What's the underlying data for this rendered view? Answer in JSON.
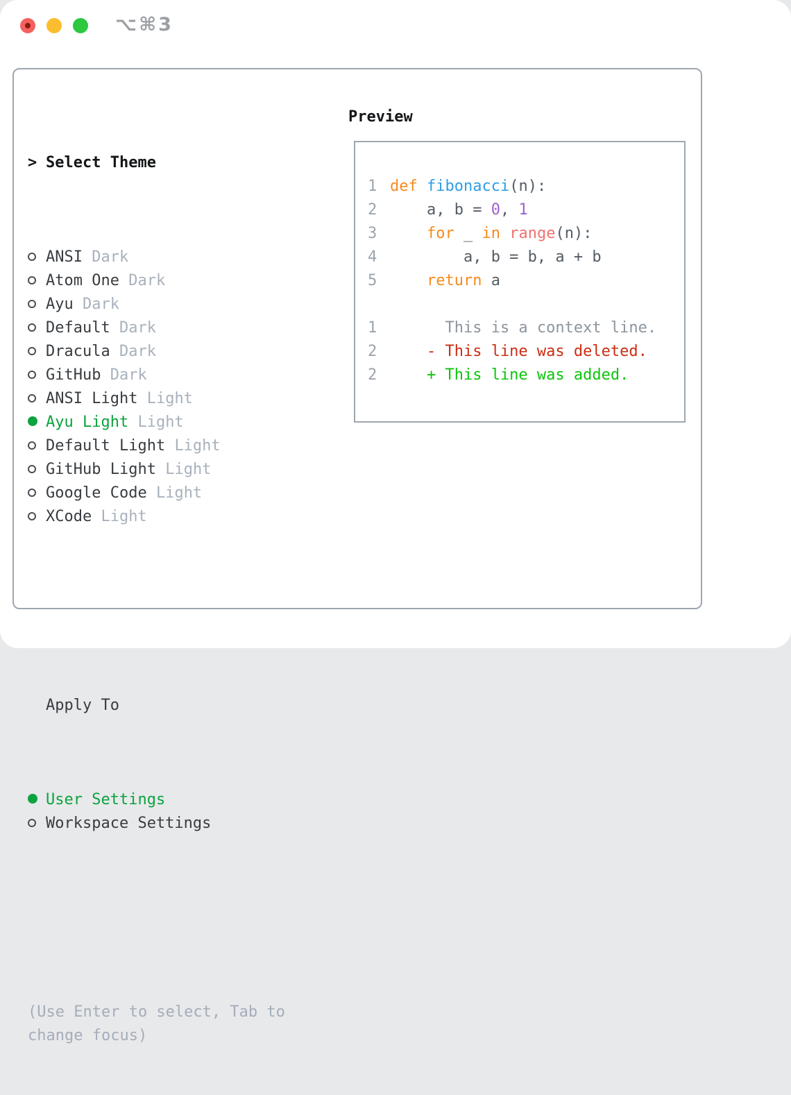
{
  "window": {
    "shortcut": "⌥⌘3"
  },
  "theme_selector": {
    "header_prefix": ">",
    "header": "Select Theme",
    "items": [
      {
        "name": "ANSI",
        "tag": "Dark",
        "selected": false
      },
      {
        "name": "Atom One",
        "tag": "Dark",
        "selected": false
      },
      {
        "name": "Ayu",
        "tag": "Dark",
        "selected": false
      },
      {
        "name": "Default",
        "tag": "Dark",
        "selected": false
      },
      {
        "name": "Dracula",
        "tag": "Dark",
        "selected": false
      },
      {
        "name": "GitHub",
        "tag": "Dark",
        "selected": false
      },
      {
        "name": "ANSI Light",
        "tag": "Light",
        "selected": false
      },
      {
        "name": "Ayu Light",
        "tag": "Light",
        "selected": true
      },
      {
        "name": "Default Light",
        "tag": "Light",
        "selected": false
      },
      {
        "name": "GitHub Light",
        "tag": "Light",
        "selected": false
      },
      {
        "name": "Google Code",
        "tag": "Light",
        "selected": false
      },
      {
        "name": "XCode",
        "tag": "Light",
        "selected": false
      }
    ],
    "apply_to": {
      "header": "Apply To",
      "options": [
        {
          "label": "User Settings",
          "selected": true
        },
        {
          "label": "Workspace Settings",
          "selected": false
        }
      ]
    },
    "hint": "(Use Enter to select, Tab to change focus)"
  },
  "preview": {
    "header": "Preview",
    "code": [
      {
        "num": "1",
        "tokens": [
          {
            "text": "def",
            "color": "kw"
          },
          {
            "text": " ",
            "color": "fg"
          },
          {
            "text": "fibonacci",
            "color": "fn"
          },
          {
            "text": "(n):",
            "color": "fg"
          }
        ]
      },
      {
        "num": "2",
        "tokens": [
          {
            "text": "    a, b = ",
            "color": "fg"
          },
          {
            "text": "0",
            "color": "num"
          },
          {
            "text": ", ",
            "color": "fg"
          },
          {
            "text": "1",
            "color": "num"
          }
        ]
      },
      {
        "num": "3",
        "tokens": [
          {
            "text": "    ",
            "color": "fg"
          },
          {
            "text": "for",
            "color": "kw"
          },
          {
            "text": " _ ",
            "color": "fg"
          },
          {
            "text": "in",
            "color": "kw"
          },
          {
            "text": " ",
            "color": "fg"
          },
          {
            "text": "range",
            "color": "coral"
          },
          {
            "text": "(n):",
            "color": "fg"
          }
        ]
      },
      {
        "num": "4",
        "tokens": [
          {
            "text": "        a, b = b, a + b",
            "color": "fg"
          }
        ]
      },
      {
        "num": "5",
        "tokens": [
          {
            "text": "    ",
            "color": "fg"
          },
          {
            "text": "return",
            "color": "kw"
          },
          {
            "text": " a",
            "color": "fg"
          }
        ]
      }
    ],
    "diff": [
      {
        "num": "1",
        "text": "      This is a context line.",
        "kind": "ctx"
      },
      {
        "num": "2",
        "text": "    - This line was deleted.",
        "kind": "del"
      },
      {
        "num": "2",
        "text": "    + This line was added.",
        "kind": "add"
      }
    ]
  },
  "colors": {
    "ui_green": "#0ca33e",
    "diff_red": "#cb2d12",
    "diff_green": "#0bc50b",
    "keyword_orange": "#f78a1c",
    "function_blue": "#2f9ee5",
    "number_purple": "#9c5fd2",
    "range_coral": "#f0716e",
    "code_fg": "#545c64",
    "muted_gray": "#a8b1bc",
    "border_gray": "#9da6b0",
    "traffic_red": "#f4615e",
    "traffic_yellow": "#fcbd2f",
    "traffic_green": "#2bc840"
  }
}
